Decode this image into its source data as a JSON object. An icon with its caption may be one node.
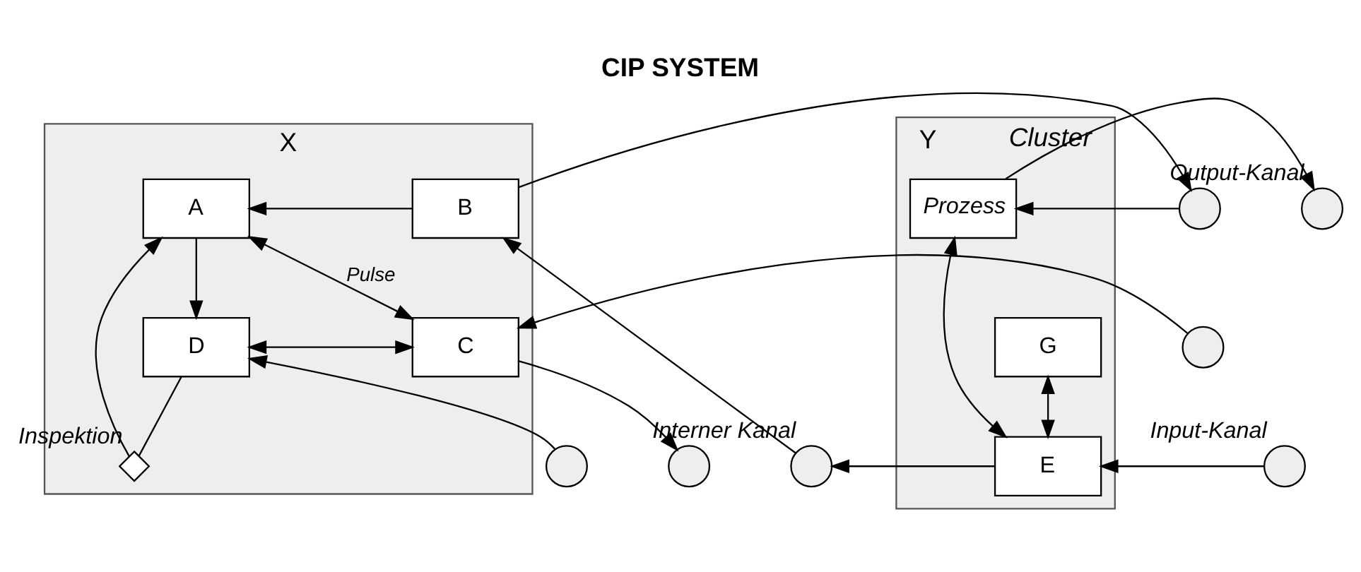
{
  "diagram": {
    "title": "CIP SYSTEM",
    "nodes": [
      {
        "text": [
          "X"
        ]
      },
      {
        "text": [
          "A"
        ],
        "in": 0
      },
      {
        "text": [
          "B"
        ],
        "in": 0
      },
      {
        "text": [],
        "shape": "diamond",
        "beside": [
          "Inspektion"
        ],
        "in": 0
      },
      {
        "text": [
          "C"
        ],
        "in": 0
      },
      {
        "text": [
          "D"
        ],
        "in": 0
      },
      {
        "text": [
          "Y"
        ],
        "beside": [
          "Cluster"
        ]
      },
      {
        "text": [
          "Prozess"
        ],
        "in": 6
      },
      {
        "text": [
          "E"
        ],
        "in": 6
      },
      {
        "text": [
          "G"
        ],
        "in": 6
      },
      {
        "text": [],
        "shape": "circle"
      },
      {
        "text": [],
        "shape": "circle",
        "beside": [
          "Output-Kanal"
        ]
      },
      {
        "text": [],
        "shape": "circle",
        "beside": [
          "Interner Kanal"
        ]
      },
      {
        "text": [],
        "shape": "circle",
        "beside": [
          "Input-Kanal"
        ]
      },
      {
        "text": [],
        "shape": "circle"
      },
      {
        "text": [],
        "shape": "circle"
      },
      {
        "text": [],
        "shape": "circle"
      }
    ],
    "edges": [
      {
        "from": 2,
        "to": 1,
        "arrow": "to"
      },
      {
        "from": 3,
        "to": 1,
        "arrow": "to"
      },
      {
        "from": 1,
        "to": 4,
        "arrow": "both",
        "label": "Pulse"
      },
      {
        "from": 1,
        "to": 5,
        "arrow": "to"
      },
      {
        "from": 5,
        "to": 3,
        "arrow": "none"
      },
      {
        "from": 4,
        "to": 5,
        "arrow": "both"
      },
      {
        "from": 14,
        "to": 4,
        "arrow": "to"
      },
      {
        "from": 4,
        "to": 15,
        "arrow": "to"
      },
      {
        "from": 16,
        "to": 5,
        "arrow": "to"
      },
      {
        "from": 2,
        "to": 10,
        "arrow": "to"
      },
      {
        "from": 10,
        "to": 7,
        "arrow": "to"
      },
      {
        "from": 7,
        "to": 11,
        "arrow": "to"
      },
      {
        "from": 7,
        "to": 8,
        "arrow": "both"
      },
      {
        "from": 8,
        "to": 12,
        "arrow": "to"
      },
      {
        "from": 12,
        "to": 2,
        "arrow": "to"
      },
      {
        "from": 13,
        "to": 8,
        "arrow": "to"
      },
      {
        "from": 8,
        "to": 9,
        "arrow": "both"
      }
    ]
  }
}
